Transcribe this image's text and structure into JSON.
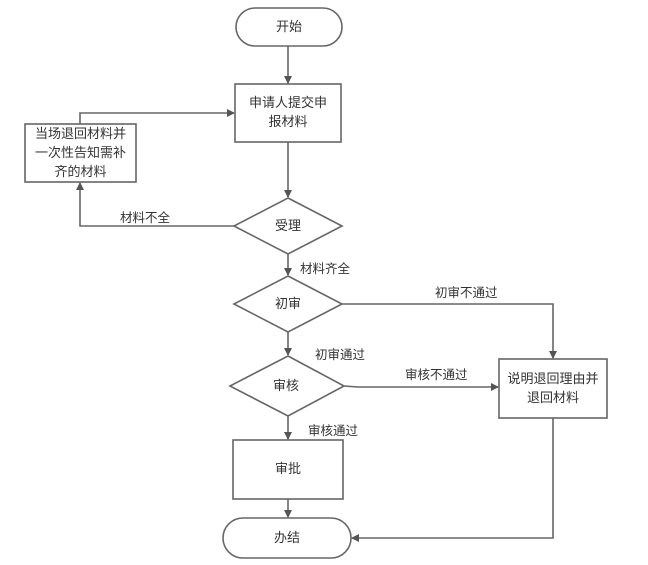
{
  "nodes": {
    "start": {
      "label": "开始",
      "shape": "terminator"
    },
    "submit": {
      "label": "申请人提交申报材料",
      "shape": "process"
    },
    "return_onsite": {
      "label": "当场退回材料并一次性告知需补齐的材料",
      "shape": "process"
    },
    "accept": {
      "label": "受理",
      "shape": "decision"
    },
    "first_review": {
      "label": "初审",
      "shape": "decision"
    },
    "review": {
      "label": "审核",
      "shape": "decision"
    },
    "explain_return": {
      "label": "说明退回理由并退回材料",
      "shape": "process"
    },
    "approve": {
      "label": "审批",
      "shape": "process"
    },
    "end": {
      "label": "办结",
      "shape": "terminator"
    }
  },
  "edges": {
    "incomplete": "材料不全",
    "complete": "材料齐全",
    "first_fail": "初审不通过",
    "first_pass": "初审通过",
    "review_fail": "审核不通过",
    "review_pass": "审核通过"
  },
  "colors": {
    "stroke": "#666666",
    "text": "#333333",
    "fill": "#ffffff"
  }
}
